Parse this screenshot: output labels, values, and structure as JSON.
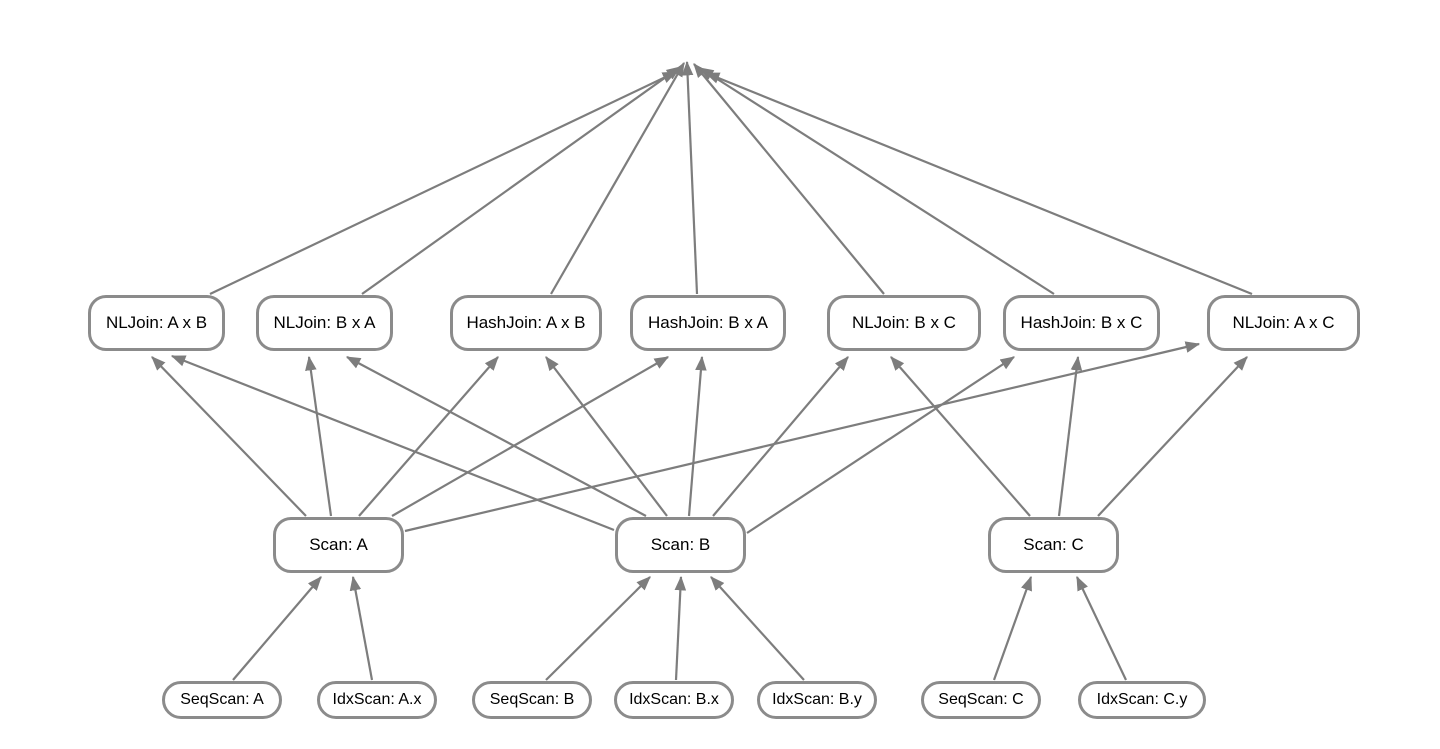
{
  "diagram": {
    "kind": "query-plan-search-space-graph",
    "background_color": "#ffffff",
    "node_fill": "#ffffff",
    "node_border_color": "#8b8b8b",
    "node_text_color": "#000000",
    "edge_color": "#7d7d7d"
  },
  "nodes": {
    "joins": [
      {
        "id": "nljoin-axb",
        "label": "NLJoin: A x B"
      },
      {
        "id": "nljoin-bxa",
        "label": "NLJoin: B x A"
      },
      {
        "id": "hashjoin-axb",
        "label": "HashJoin: A x B"
      },
      {
        "id": "hashjoin-bxa",
        "label": "HashJoin: B x A"
      },
      {
        "id": "nljoin-bxc",
        "label": "NLJoin: B x C"
      },
      {
        "id": "hashjoin-bxc",
        "label": "HashJoin: B x C"
      },
      {
        "id": "nljoin-axc",
        "label": "NLJoin: A x C"
      }
    ],
    "scans": [
      {
        "id": "scan-a",
        "label": "Scan: A"
      },
      {
        "id": "scan-b",
        "label": "Scan: B"
      },
      {
        "id": "scan-c",
        "label": "Scan: C"
      }
    ],
    "access_paths": [
      {
        "id": "seqscan-a",
        "label": "SeqScan: A"
      },
      {
        "id": "idxscan-ax",
        "label": "IdxScan: A.x"
      },
      {
        "id": "seqscan-b",
        "label": "SeqScan: B"
      },
      {
        "id": "idxscan-bx",
        "label": "IdxScan: B.x"
      },
      {
        "id": "idxscan-by",
        "label": "IdxScan: B.y"
      },
      {
        "id": "seqscan-c",
        "label": "SeqScan: C"
      },
      {
        "id": "idxscan-cy",
        "label": "IdxScan: C.y"
      }
    ]
  },
  "edges": [
    {
      "from": "nljoin-axb",
      "to": "top"
    },
    {
      "from": "nljoin-bxa",
      "to": "top"
    },
    {
      "from": "hashjoin-axb",
      "to": "top"
    },
    {
      "from": "hashjoin-bxa",
      "to": "top"
    },
    {
      "from": "nljoin-bxc",
      "to": "top"
    },
    {
      "from": "hashjoin-bxc",
      "to": "top"
    },
    {
      "from": "nljoin-axc",
      "to": "top"
    },
    {
      "from": "scan-a",
      "to": "nljoin-axb"
    },
    {
      "from": "scan-a",
      "to": "nljoin-bxa"
    },
    {
      "from": "scan-a",
      "to": "hashjoin-axb"
    },
    {
      "from": "scan-a",
      "to": "hashjoin-bxa"
    },
    {
      "from": "scan-a",
      "to": "nljoin-axc"
    },
    {
      "from": "scan-b",
      "to": "nljoin-axb"
    },
    {
      "from": "scan-b",
      "to": "nljoin-bxa"
    },
    {
      "from": "scan-b",
      "to": "hashjoin-axb"
    },
    {
      "from": "scan-b",
      "to": "hashjoin-bxa"
    },
    {
      "from": "scan-b",
      "to": "nljoin-bxc"
    },
    {
      "from": "scan-b",
      "to": "hashjoin-bxc"
    },
    {
      "from": "scan-c",
      "to": "nljoin-bxc"
    },
    {
      "from": "scan-c",
      "to": "hashjoin-bxc"
    },
    {
      "from": "scan-c",
      "to": "nljoin-axc"
    },
    {
      "from": "seqscan-a",
      "to": "scan-a"
    },
    {
      "from": "idxscan-ax",
      "to": "scan-a"
    },
    {
      "from": "seqscan-b",
      "to": "scan-b"
    },
    {
      "from": "idxscan-bx",
      "to": "scan-b"
    },
    {
      "from": "idxscan-by",
      "to": "scan-b"
    },
    {
      "from": "seqscan-c",
      "to": "scan-c"
    },
    {
      "from": "idxscan-cy",
      "to": "scan-c"
    }
  ]
}
